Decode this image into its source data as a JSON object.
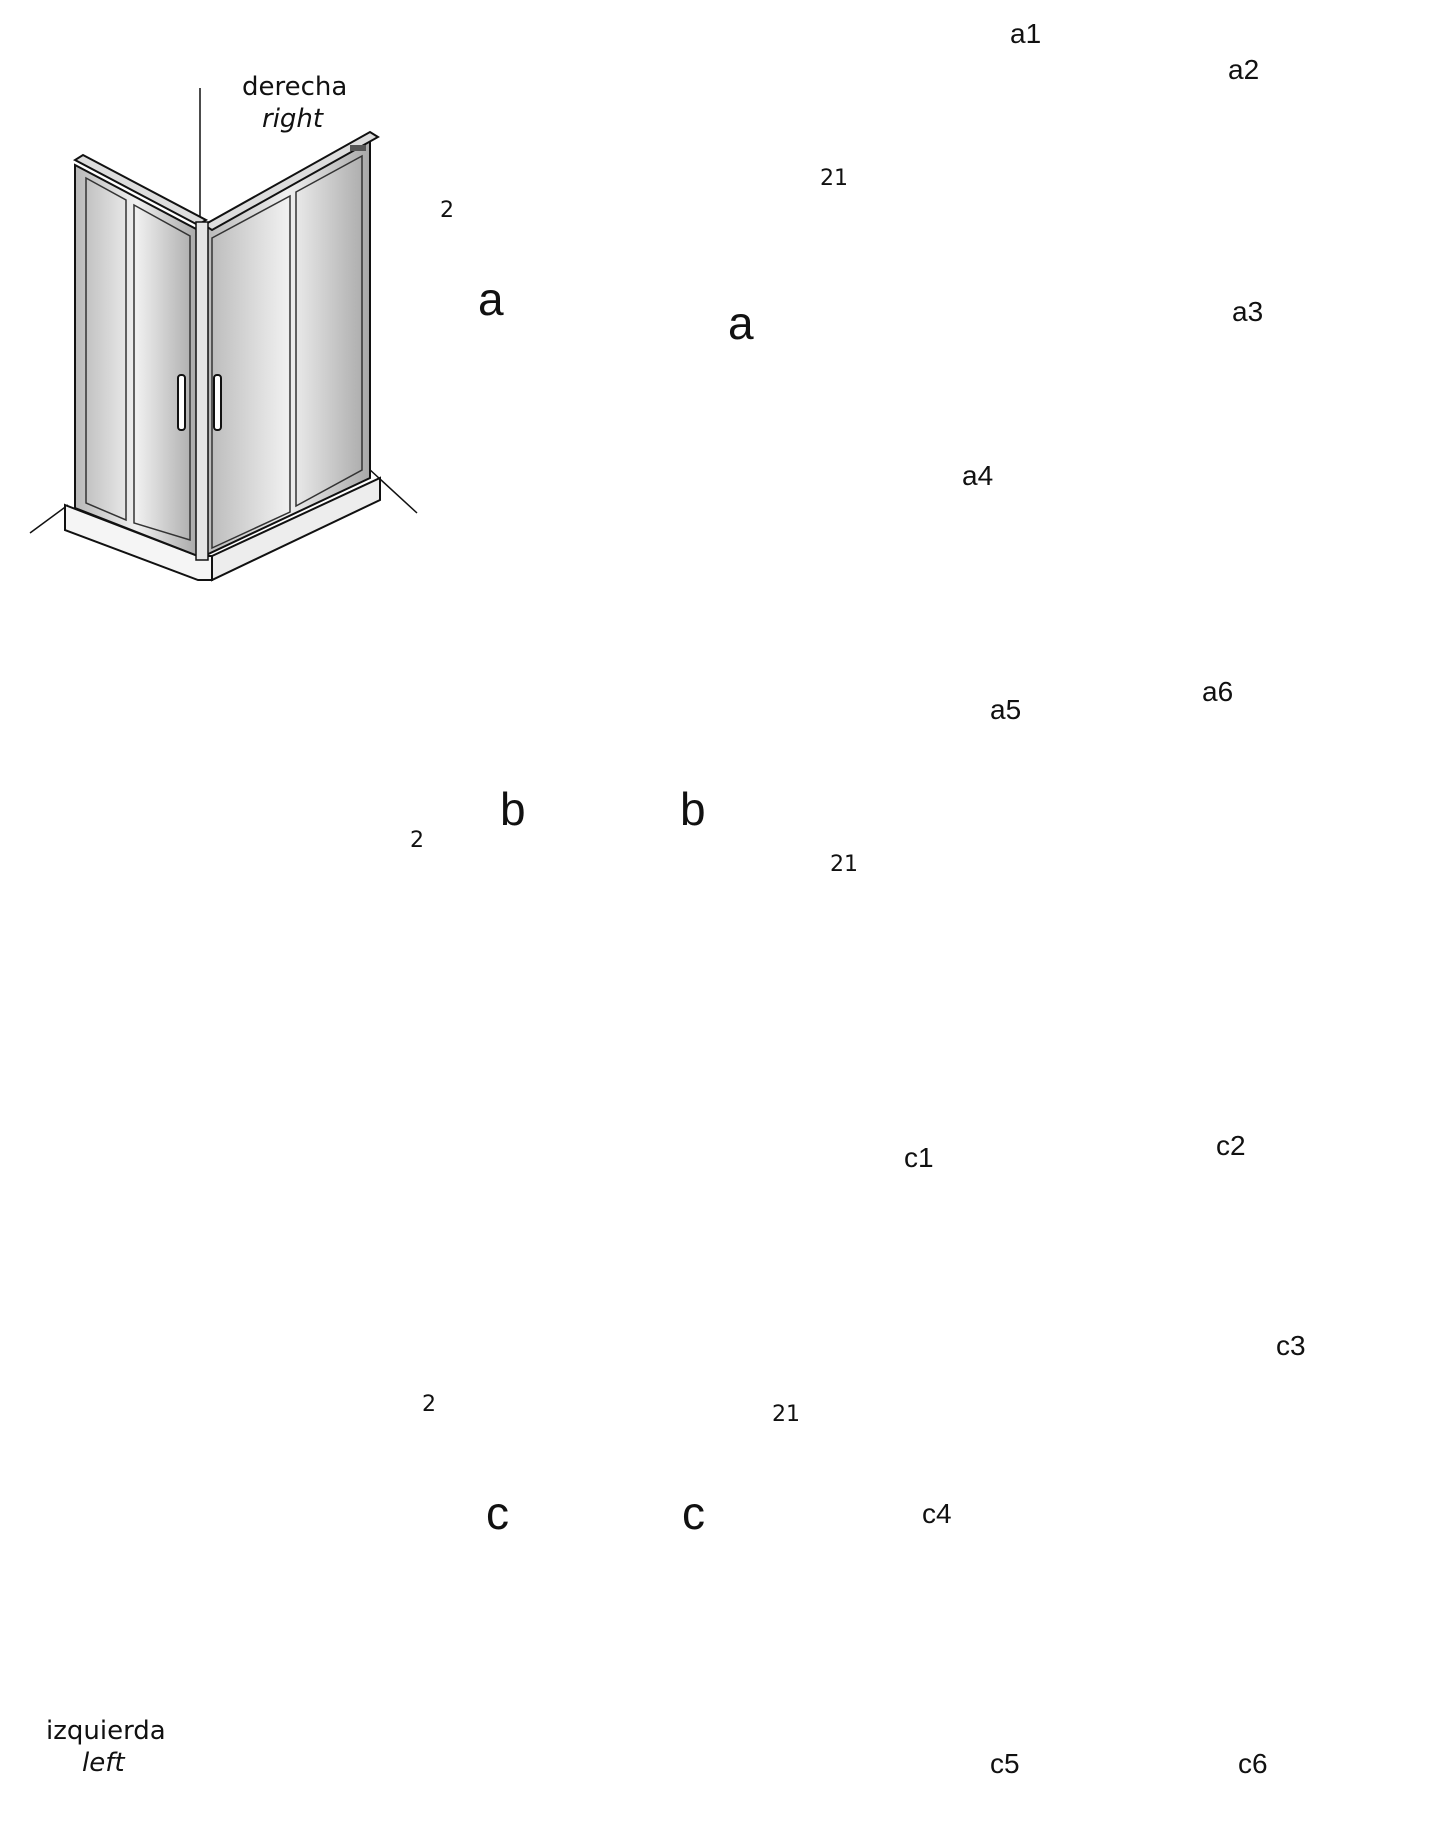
{
  "orientation": {
    "right": {
      "es": "derecha",
      "en": "right"
    },
    "left": {
      "es": "izquierda",
      "en": "left"
    }
  },
  "parts": {
    "narrow_panel": "2",
    "wide_panel": "21"
  },
  "stages": {
    "a": "a",
    "b": "b",
    "c": "c"
  },
  "steps": {
    "a1": "a1",
    "a2": "a2",
    "a3": "a3",
    "a4": "a4",
    "a5": "a5",
    "a6": "a6",
    "c1": "c1",
    "c2": "c2",
    "c3": "c3",
    "c4": "c4",
    "c5": "c5",
    "c6": "c6"
  },
  "icons": [
    "shower-enclosure-icon",
    "glass-panel-icon",
    "down-arrow-icon",
    "rotate-arrows-icon",
    "screwdriver-icon",
    "roller-bracket-icon",
    "cap-cover-icon",
    "curved-arrow-icon"
  ]
}
